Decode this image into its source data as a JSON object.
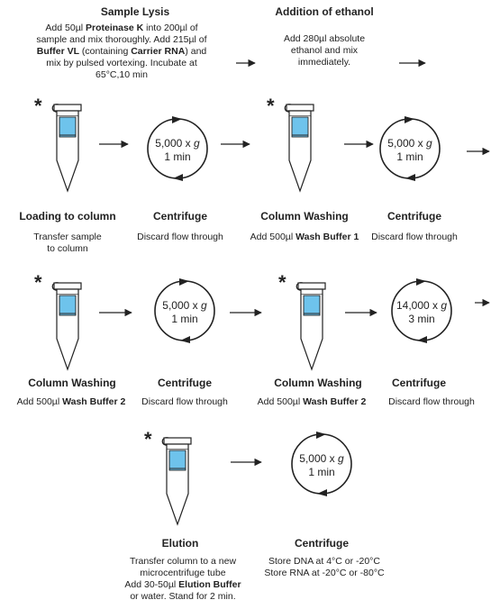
{
  "step_lysis": {
    "title": "Sample Lysis",
    "l1a": "Add 50",
    "l1u": "µl ",
    "l1b": "Proteinase K",
    "l1c": " into 200",
    "l1d": "µl of",
    "l2": "sample and mix thoroughly. Add 215µl  of",
    "l3b": "Buffer VL",
    "l3c": " (containing ",
    "l3d": "Carrier RNA",
    "l3e": ") and",
    "l4": "mix by pulsed vortexing. Incubate at",
    "l5": "65°C,10 min"
  },
  "step_ethanol": {
    "title": "Addition of ethanol",
    "l1": "Add 280µl absolute",
    "l2": "ethanol and mix",
    "l3": "immediately."
  },
  "step_loading": {
    "title": "Loading to column",
    "l1": "Transfer sample",
    "l2": "to column"
  },
  "centrifuge_label": "Centrifuge",
  "discard_text": "Discard flow through",
  "column_washing_label": "Column Washing",
  "wash1": {
    "pre": "Add 500µl ",
    "bold": "Wash Buffer 1"
  },
  "wash2": {
    "pre": "Add 500µl ",
    "bold": "Wash Buffer 2"
  },
  "step_elution": {
    "title": "Elution",
    "l1": "Transfer column to a new",
    "l2": "microcentrifuge tube",
    "l3a": "Add 30-50µl ",
    "l3b": "Elution Buffer",
    "l4": "or water. Stand for 2 min."
  },
  "final_centrifuge": {
    "title": "Centrifuge",
    "l1": "Store DNA at 4°C or -20°C",
    "l2": "Store RNA at -20°C or -80°C"
  },
  "spin_5000": {
    "speed": "5,000 x ",
    "g": "g",
    "time": "1 min"
  },
  "spin_14000": {
    "speed": "14,000 x ",
    "g": "g",
    "time": "3 min"
  },
  "asterisk": "*",
  "colors": {
    "liquid": "#6ec3ec",
    "line": "#222222"
  }
}
